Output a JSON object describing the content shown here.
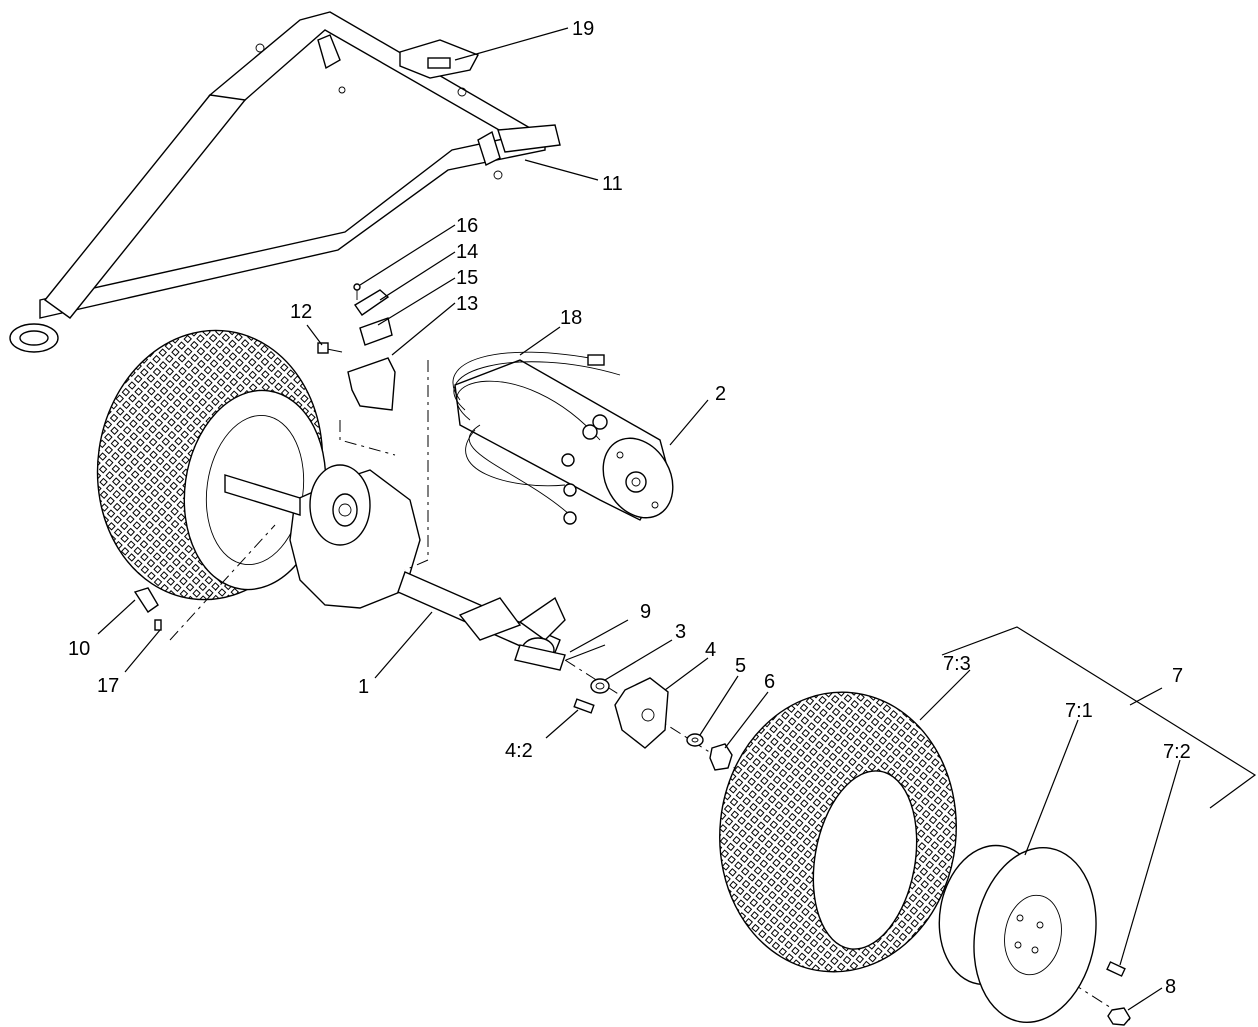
{
  "callouts": [
    {
      "id": "c19",
      "label": "19"
    },
    {
      "id": "c11",
      "label": "11"
    },
    {
      "id": "c16",
      "label": "16"
    },
    {
      "id": "c14",
      "label": "14"
    },
    {
      "id": "c15",
      "label": "15"
    },
    {
      "id": "c12",
      "label": "12"
    },
    {
      "id": "c13",
      "label": "13"
    },
    {
      "id": "c18",
      "label": "18"
    },
    {
      "id": "c2",
      "label": "2"
    },
    {
      "id": "c9",
      "label": "9"
    },
    {
      "id": "c3",
      "label": "3"
    },
    {
      "id": "c4",
      "label": "4"
    },
    {
      "id": "c5",
      "label": "5"
    },
    {
      "id": "c6",
      "label": "6"
    },
    {
      "id": "c10",
      "label": "10"
    },
    {
      "id": "c17",
      "label": "17"
    },
    {
      "id": "c1",
      "label": "1"
    },
    {
      "id": "c42",
      "label": "4:2"
    },
    {
      "id": "c73",
      "label": "7:3"
    },
    {
      "id": "c7",
      "label": "7"
    },
    {
      "id": "c71",
      "label": "7:1"
    },
    {
      "id": "c72",
      "label": "7:2"
    },
    {
      "id": "c8",
      "label": "8"
    }
  ]
}
